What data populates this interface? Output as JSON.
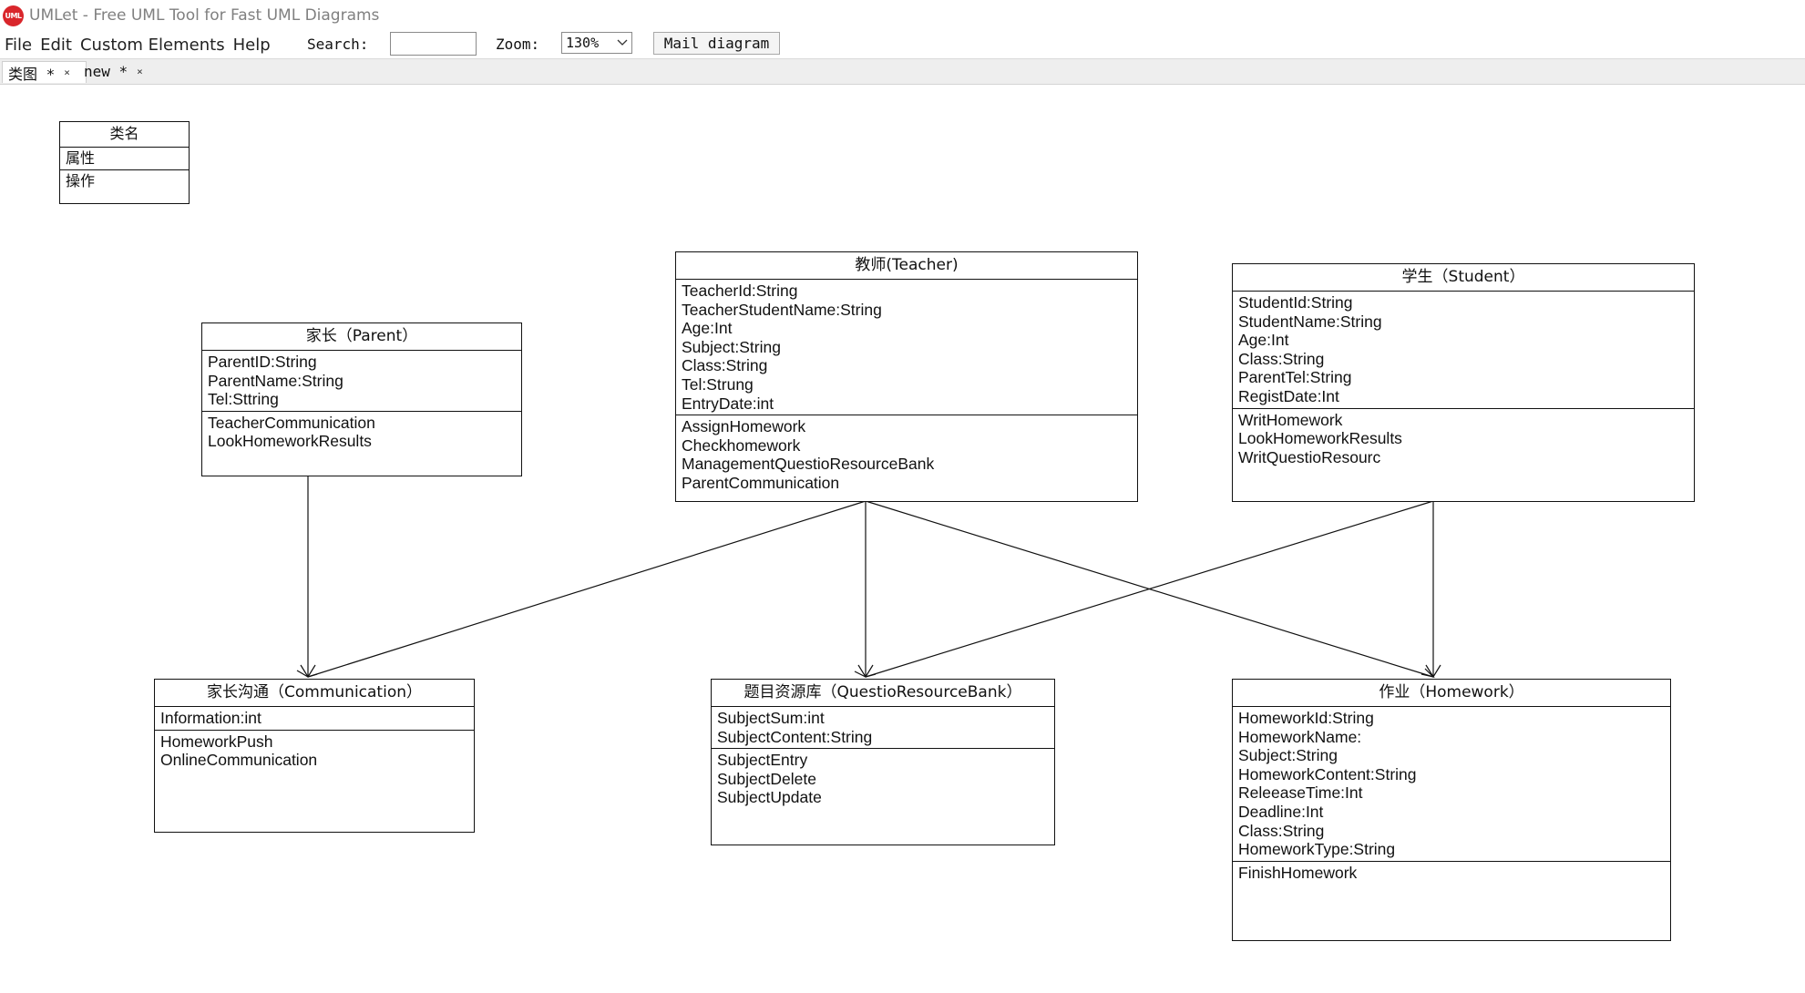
{
  "window": {
    "title": "UMLet - Free UML Tool for Fast UML Diagrams",
    "logo_text": "UML"
  },
  "menu": {
    "file": "File",
    "edit": "Edit",
    "custom_elements": "Custom Elements",
    "help": "Help"
  },
  "toolbar": {
    "search_label": "Search:",
    "search_value": "",
    "zoom_label": "Zoom:",
    "zoom_value": "130%",
    "mail_button": "Mail diagram"
  },
  "tabs": [
    {
      "label": "类图 *",
      "close": "×"
    },
    {
      "label": "new *",
      "close": "×"
    }
  ],
  "diagram": {
    "template": {
      "name": "类名",
      "attributes": [
        "属性"
      ],
      "operations": [
        "操作"
      ]
    },
    "parent": {
      "name": "家长（Parent）",
      "attributes": [
        "ParentID:String",
        "ParentName:String",
        "Tel:Sttring"
      ],
      "operations": [
        "TeacherCommunication",
        "LookHomeworkResults"
      ]
    },
    "teacher": {
      "name": "教师(Teacher)",
      "attributes": [
        "TeacherId:String",
        "TeacherStudentName:String",
        "Age:Int",
        "Subject:String",
        "Class:String",
        "Tel:Strung",
        "EntryDate:int"
      ],
      "operations": [
        "AssignHomework",
        "Checkhomework",
        "ManagementQuestioResourceBank",
        "ParentCommunication"
      ]
    },
    "student": {
      "name": "学生（Student）",
      "attributes": [
        "StudentId:String",
        "StudentName:String",
        "Age:Int",
        "Class:String",
        "ParentTel:String",
        "RegistDate:Int"
      ],
      "operations": [
        "WritHomework",
        "LookHomeworkResults",
        "WritQuestioResourc"
      ]
    },
    "communication": {
      "name": "家长沟通（Communication）",
      "attributes": [
        "Information:int"
      ],
      "operations": [
        "HomeworkPush",
        "OnlineCommunication"
      ]
    },
    "resource_bank": {
      "name": "题目资源库（QuestioResourceBank）",
      "attributes": [
        "SubjectSum:int",
        "SubjectContent:String"
      ],
      "operations": [
        "SubjectEntry",
        "SubjectDelete",
        "SubjectUpdate"
      ]
    },
    "homework": {
      "name": "作业（Homework）",
      "attributes": [
        "HomeworkId:String",
        "HomeworkName:",
        "Subject:String",
        "HomeworkContent:String",
        "ReleeaseTime:Int",
        "Deadline:Int",
        "Class:String",
        "HomeworkType:String"
      ],
      "operations": [
        "FinishHomework"
      ]
    }
  }
}
